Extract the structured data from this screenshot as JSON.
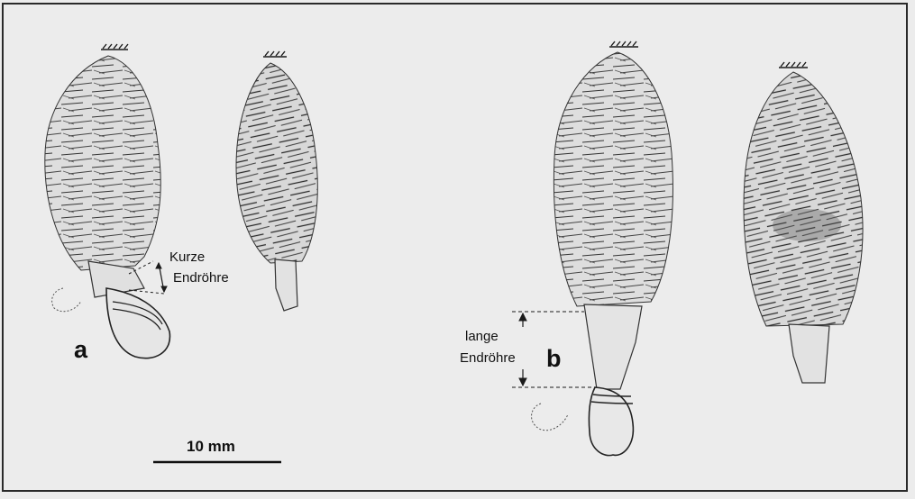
{
  "figure": {
    "label_a": "a",
    "label_b": "b",
    "short_tube_line1": "Kurze",
    "short_tube_line2": "Endröhre",
    "long_tube_line1": "lange",
    "long_tube_line2": "Endröhre",
    "scale_bar_label": "10 mm"
  },
  "colors": {
    "background": "#ececec",
    "ink": "#1a1a1a",
    "case_fill": "#dcdcdc"
  }
}
